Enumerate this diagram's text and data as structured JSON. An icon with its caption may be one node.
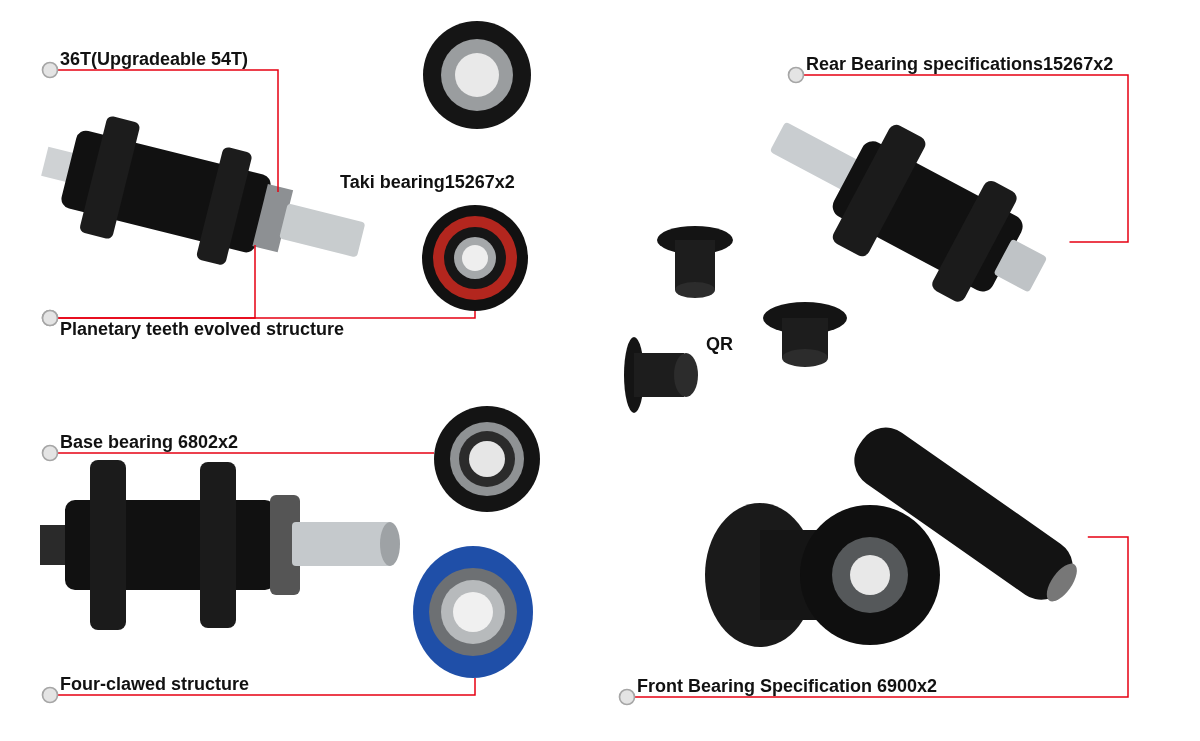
{
  "diagram": {
    "nodes": [
      {
        "text": [
          "36T(Upgradeable 54T)"
        ]
      },
      {
        "text": [],
        "shape": "picture"
      },
      {
        "text": [
          "Planetary teeth evolved structure"
        ]
      },
      {
        "text": [],
        "shape": "picture"
      },
      {
        "text": [
          "Base bearing 6802x2"
        ]
      },
      {
        "text": [],
        "shape": "picture"
      },
      {
        "text": [],
        "shape": "picture"
      },
      {
        "text": [
          "Four-clawed structure"
        ]
      },
      {
        "text": [],
        "shape": "picture"
      },
      {
        "text": [
          "Rear Bearing specifications15267x2"
        ]
      },
      {
        "text": [],
        "shape": "picture"
      },
      {
        "text": [
          "Front Bearing Specification 6900x2"
        ]
      },
      {
        "text": [],
        "shape": "picture"
      }
    ],
    "edges": [
      {
        "from": 0,
        "to": 1,
        "arrow": "other"
      },
      {
        "from": 2,
        "to": 1,
        "arrow": "other"
      },
      {
        "from": 2,
        "to": 3,
        "arrow": "other"
      },
      {
        "from": 4,
        "to": 5,
        "arrow": "other"
      },
      {
        "from": 7,
        "to": 8,
        "arrow": "other"
      },
      {
        "from": 9,
        "to": 10,
        "arrow": "other"
      },
      {
        "from": 11,
        "to": 12,
        "arrow": "other"
      }
    ],
    "labels": [
      "Taki bearing15267x2",
      "QR"
    ]
  }
}
